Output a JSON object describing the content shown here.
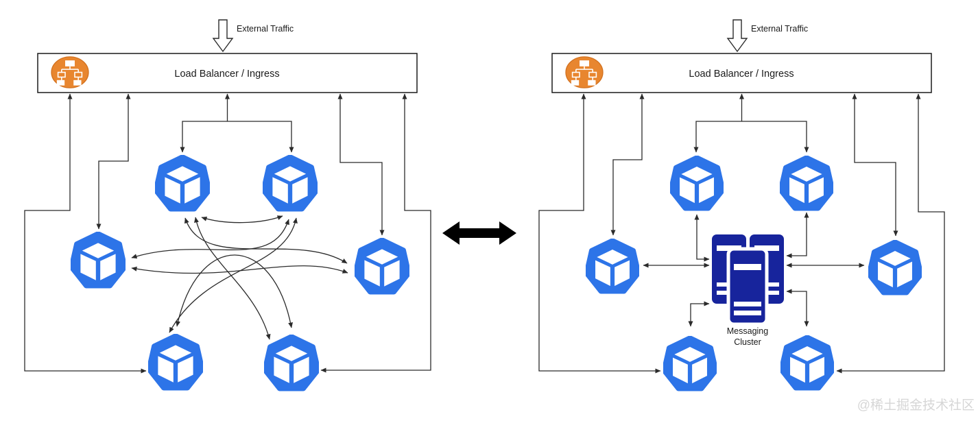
{
  "panels": {
    "left": {
      "external_traffic": "External Traffic",
      "load_balancer": "Load Balancer / Ingress"
    },
    "right": {
      "external_traffic": "External Traffic",
      "load_balancer": "Load Balancer / Ingress",
      "messaging_cluster": [
        "Messaging",
        "Cluster"
      ]
    }
  },
  "watermark": "@稀土掘金技术社区",
  "colors": {
    "pod_blue": "#2d74e8",
    "server_navy": "#17249c",
    "lb_orange": "#e8862f",
    "lb_orange_rim": "#d2711f",
    "line": "#2b2b2b",
    "solid_arrow": "#000000",
    "text": "#1a1a1a",
    "watermark": "#d6d6d6",
    "box_border": "#1a1a1a",
    "white": "#ffffff"
  },
  "icons": {
    "pod": "kubernetes-pod-icon",
    "load_balancer": "load-balancer-tree-icon",
    "server": "server-rack-icon",
    "external_traffic": "down-arrow-icon",
    "swap": "double-headed-arrow-icon"
  }
}
